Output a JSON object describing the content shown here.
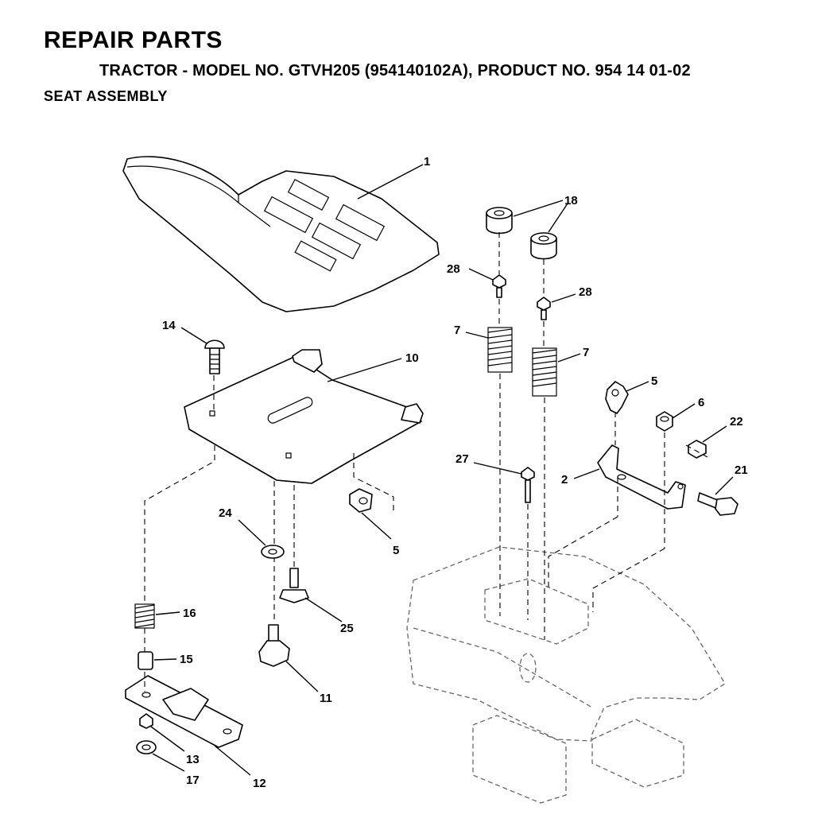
{
  "header": {
    "title": "REPAIR PARTS",
    "subtitle": "TRACTOR - MODEL NO. GTVH205 (954140102A), PRODUCT NO. 954 14 01-02",
    "section": "SEAT  ASSEMBLY"
  },
  "callouts": {
    "c1": "1",
    "c18": "18",
    "c28a": "28",
    "c28b": "28",
    "c7a": "7",
    "c7b": "7",
    "c14": "14",
    "c10": "10",
    "c5a": "5",
    "c5b": "5",
    "c6": "6",
    "c22": "22",
    "c2": "2",
    "c21": "21",
    "c27": "27",
    "c24": "24",
    "c25": "25",
    "c16": "16",
    "c15": "15",
    "c11": "11",
    "c13": "13",
    "c12": "12",
    "c17": "17"
  }
}
